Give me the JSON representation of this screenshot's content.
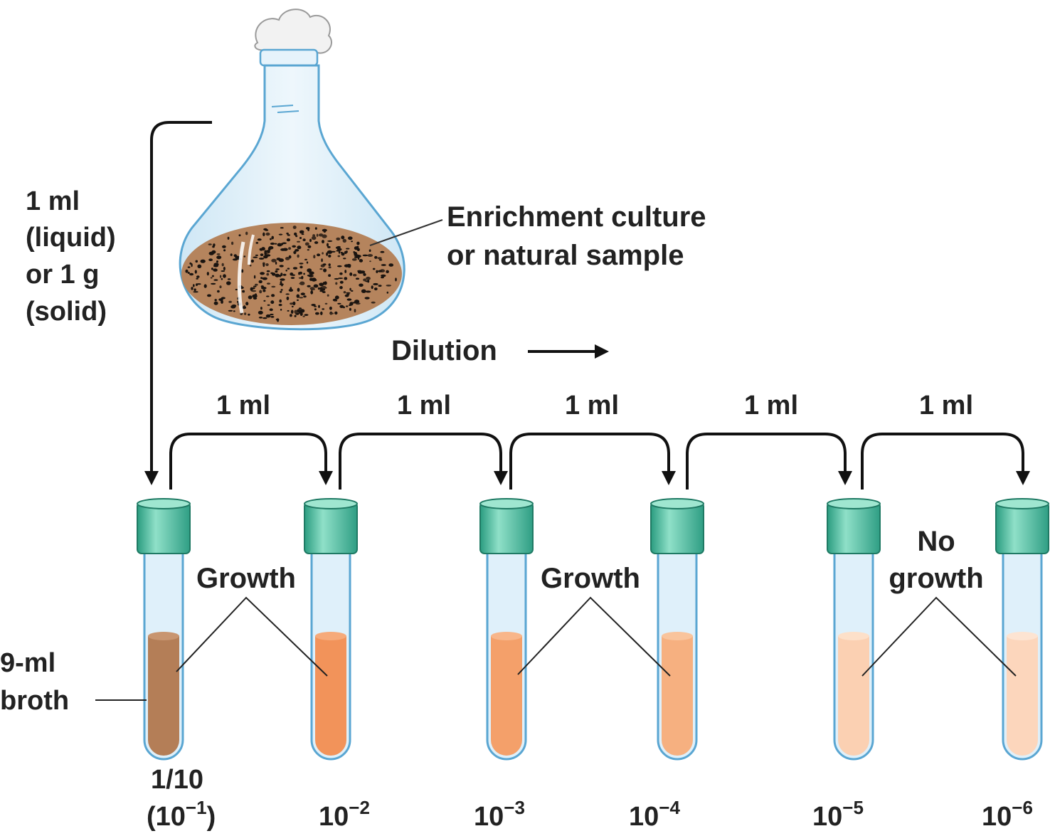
{
  "sample_label": {
    "line1": "Enrichment culture",
    "line2": "or natural sample"
  },
  "transfer_label": {
    "line1": "1 ml",
    "line2": "(liquid)",
    "line3": "or 1 g",
    "line4": "(solid)"
  },
  "dilution_label": "Dilution",
  "transfer_volumes": [
    "1 ml",
    "1 ml",
    "1 ml",
    "1 ml",
    "1 ml"
  ],
  "broth_label": {
    "line1": "9-ml",
    "line2": "broth"
  },
  "growth_labels": {
    "pair1": "Growth",
    "pair2": "Growth",
    "pair3_line1": "No",
    "pair3_line2": "growth"
  },
  "tube_dilutions": {
    "t1_line1": "1/10",
    "t1_line2": "(10",
    "t1_exp": "−1",
    "t1_close": ")",
    "t2_base": "10",
    "t2_exp": "−2",
    "t3_base": "10",
    "t3_exp": "−3",
    "t4_base": "10",
    "t4_exp": "−4",
    "t5_base": "10",
    "t5_exp": "−5",
    "t6_base": "10",
    "t6_exp": "−6"
  },
  "colors": {
    "cap": "#3cb89a",
    "glass": "#dff0fa",
    "glass_edge": "#5aa6d2",
    "broth_t1": "#b47e57",
    "broth_t2": "#f2935a",
    "broth_t3": "#f4a06a",
    "broth_t4": "#f6b080",
    "broth_t5": "#fbd0b2",
    "broth_t6": "#fcd6bc",
    "soil": "#b5845d"
  }
}
